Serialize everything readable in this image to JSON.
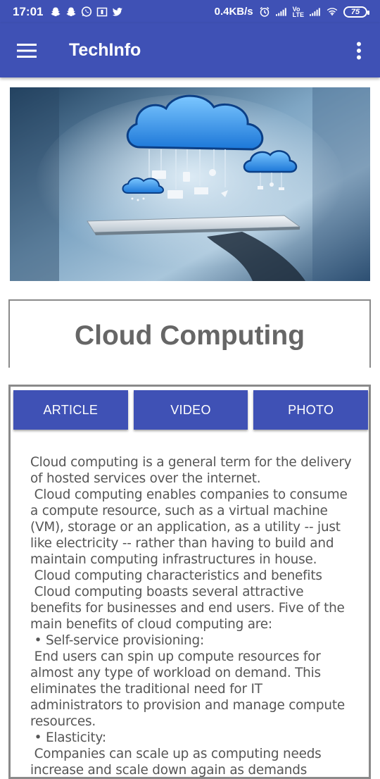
{
  "status_bar": {
    "time": "17:01",
    "network_speed": "0.4KB/s",
    "volte_label_top": "Vo",
    "volte_label_bottom": "LTE",
    "battery": "75",
    "left_icons": [
      "snapchat-icon",
      "snapchat-icon",
      "whatsapp-icon",
      "mail-icon",
      "twitter-icon"
    ],
    "right_icons": [
      "alarm-icon",
      "signal-icon",
      "volte-icon",
      "signal-icon",
      "wifi-icon",
      "battery-icon"
    ]
  },
  "app_bar": {
    "title": "TechInfo",
    "menu_icon": "hamburger-menu-icon",
    "overflow_icon": "more-vert-icon",
    "color": "#3f51b5"
  },
  "card": {
    "heading": "Cloud Computing"
  },
  "tabs": [
    {
      "label": "ARTICLE"
    },
    {
      "label": "VIDEO"
    },
    {
      "label": "PHOTO"
    }
  ],
  "article": {
    "paragraphs": [
      "Cloud computing is a general term for the delivery of hosted services over the internet.",
      " Cloud computing enables companies to consume a compute resource, such as a virtual machine (VM), storage or an application, as a utility -- just like electricity -- rather than having to build and maintain computing infrastructures in house.",
      " Cloud computing characteristics and benefits",
      " Cloud computing boasts several attractive benefits for businesses and end users. Five of the main benefits of cloud computing are:",
      " • Self-service provisioning:",
      " End users can spin up compute resources for almost any type of workload on demand. This eliminates the traditional need for IT administrators to provision and manage compute resources.",
      " • Elasticity:",
      " Companies can scale up as computing needs increase and scale down again as demands"
    ]
  }
}
